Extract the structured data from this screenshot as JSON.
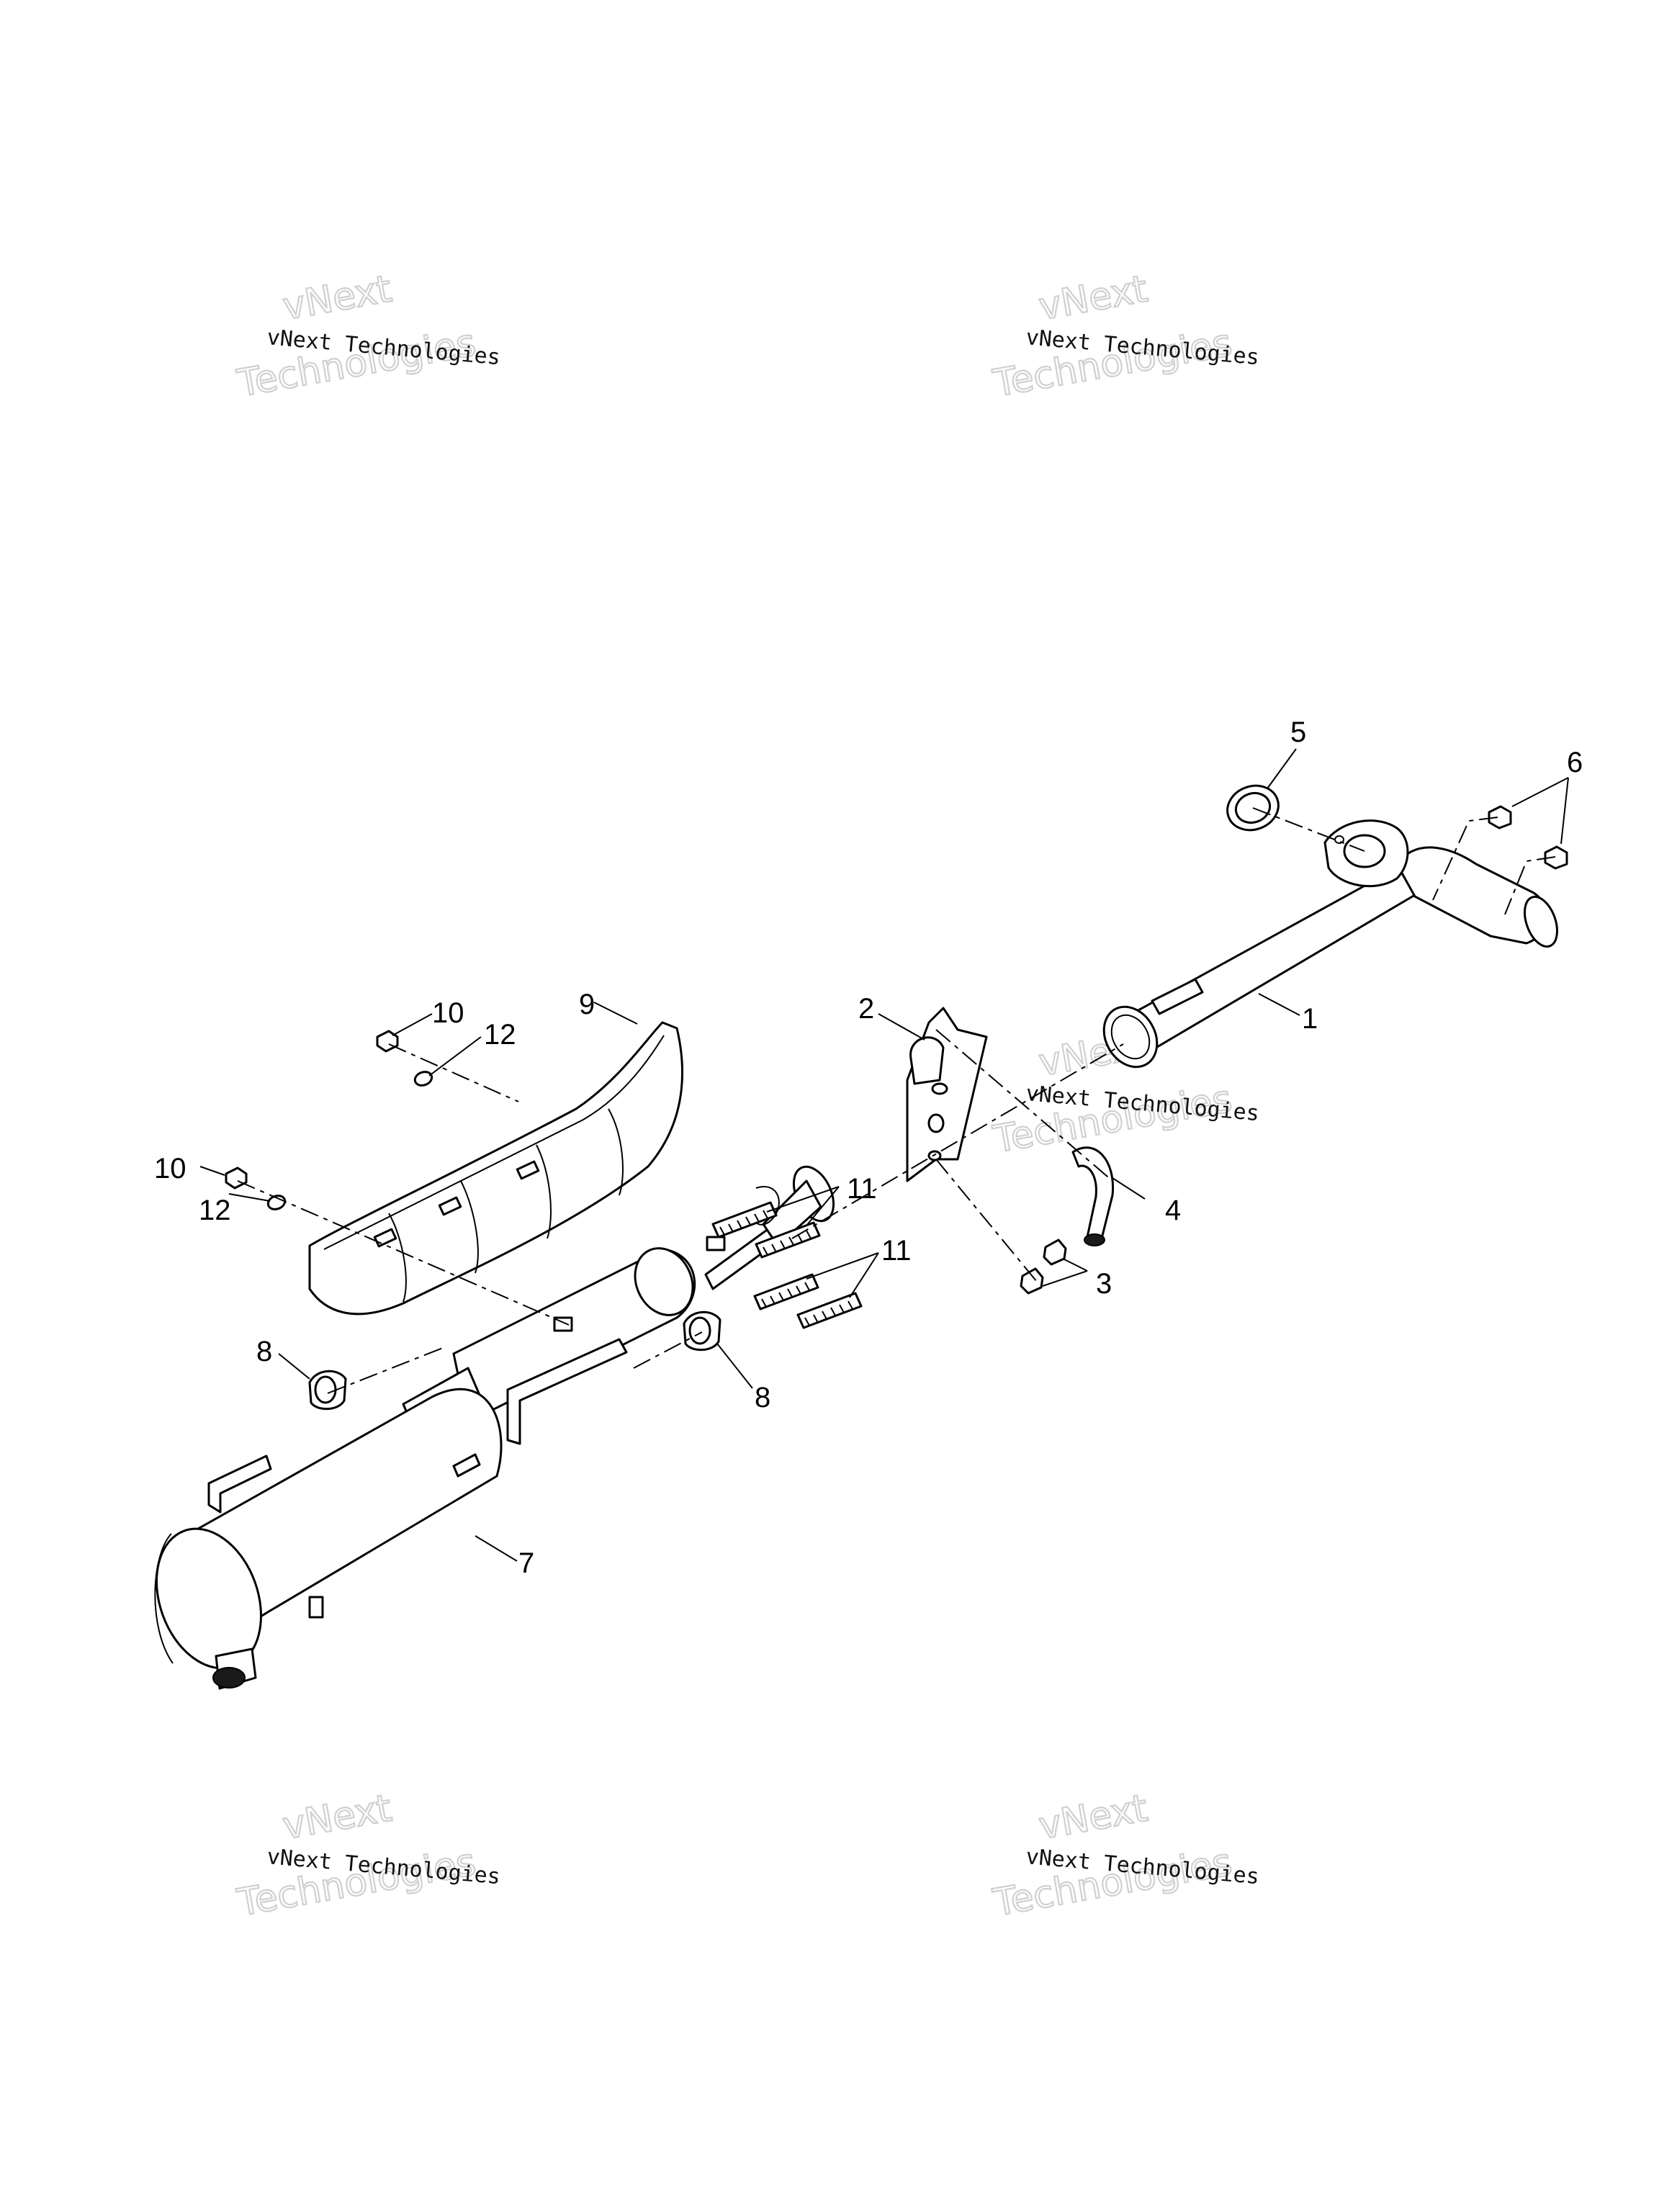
{
  "watermarks": [
    {
      "line1": "vNext Technologies",
      "line2": "vNext",
      "line3": "Technologies"
    },
    {
      "line1": "vNext Technologies",
      "line2": "vNext",
      "line3": "Technologies"
    },
    {
      "line1": "vNext Technologies",
      "line2": "vNext",
      "line3": "Technologies"
    },
    {
      "line1": "vNext Technologies",
      "line2": "vNext",
      "line3": "Technologies"
    },
    {
      "line1": "vNext Technologies",
      "line2": "vNext",
      "line3": "Technologies"
    }
  ],
  "callouts": {
    "c1": "1",
    "c2": "2",
    "c3": "3",
    "c4": "4",
    "c5": "5",
    "c6": "6",
    "c7": "7",
    "c8a": "8",
    "c8b": "8",
    "c9": "9",
    "c10a": "10",
    "c10b": "10",
    "c11a": "11",
    "c11b": "11",
    "c12a": "12",
    "c12b": "12"
  }
}
